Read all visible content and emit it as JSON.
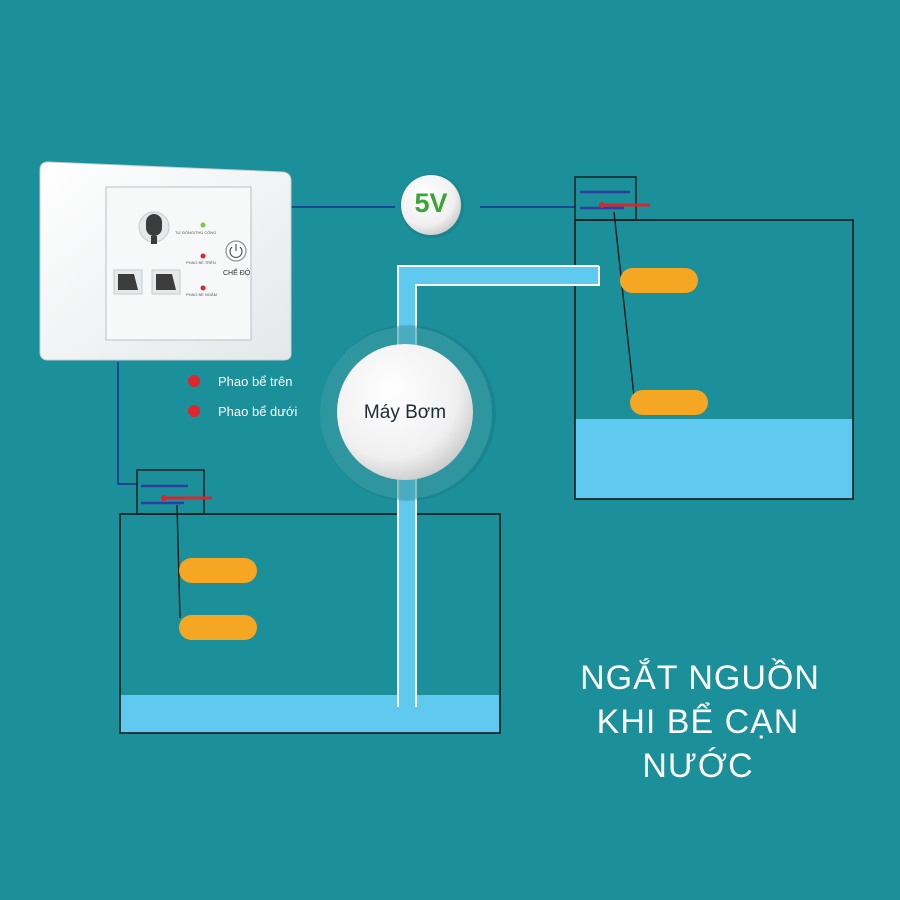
{
  "voltage_label": "5V",
  "pump_label": "Máy Bơm",
  "legend": [
    {
      "label": "Phao bể trên",
      "color": "#e0262c"
    },
    {
      "label": "Phao bể dưới",
      "color": "#e0262c"
    }
  ],
  "headline": [
    "NGẮT NGUỒN",
    "KHI BỂ CẠN NƯỚC"
  ],
  "socket": {
    "mode_label": "CHẾ ĐỘ",
    "indicator_labels": [
      "TỰ ĐỘNG/THỦ CÔNG",
      "PHAO BỂ TRÊN",
      "PHAO BỂ NGẦM"
    ]
  },
  "colors": {
    "background": "#1b8f9a",
    "water": "#60c9ef",
    "float": "#f5a623",
    "wire": "#1e2f8f",
    "led_red": "#e0262c",
    "led_green": "#7ac943"
  }
}
